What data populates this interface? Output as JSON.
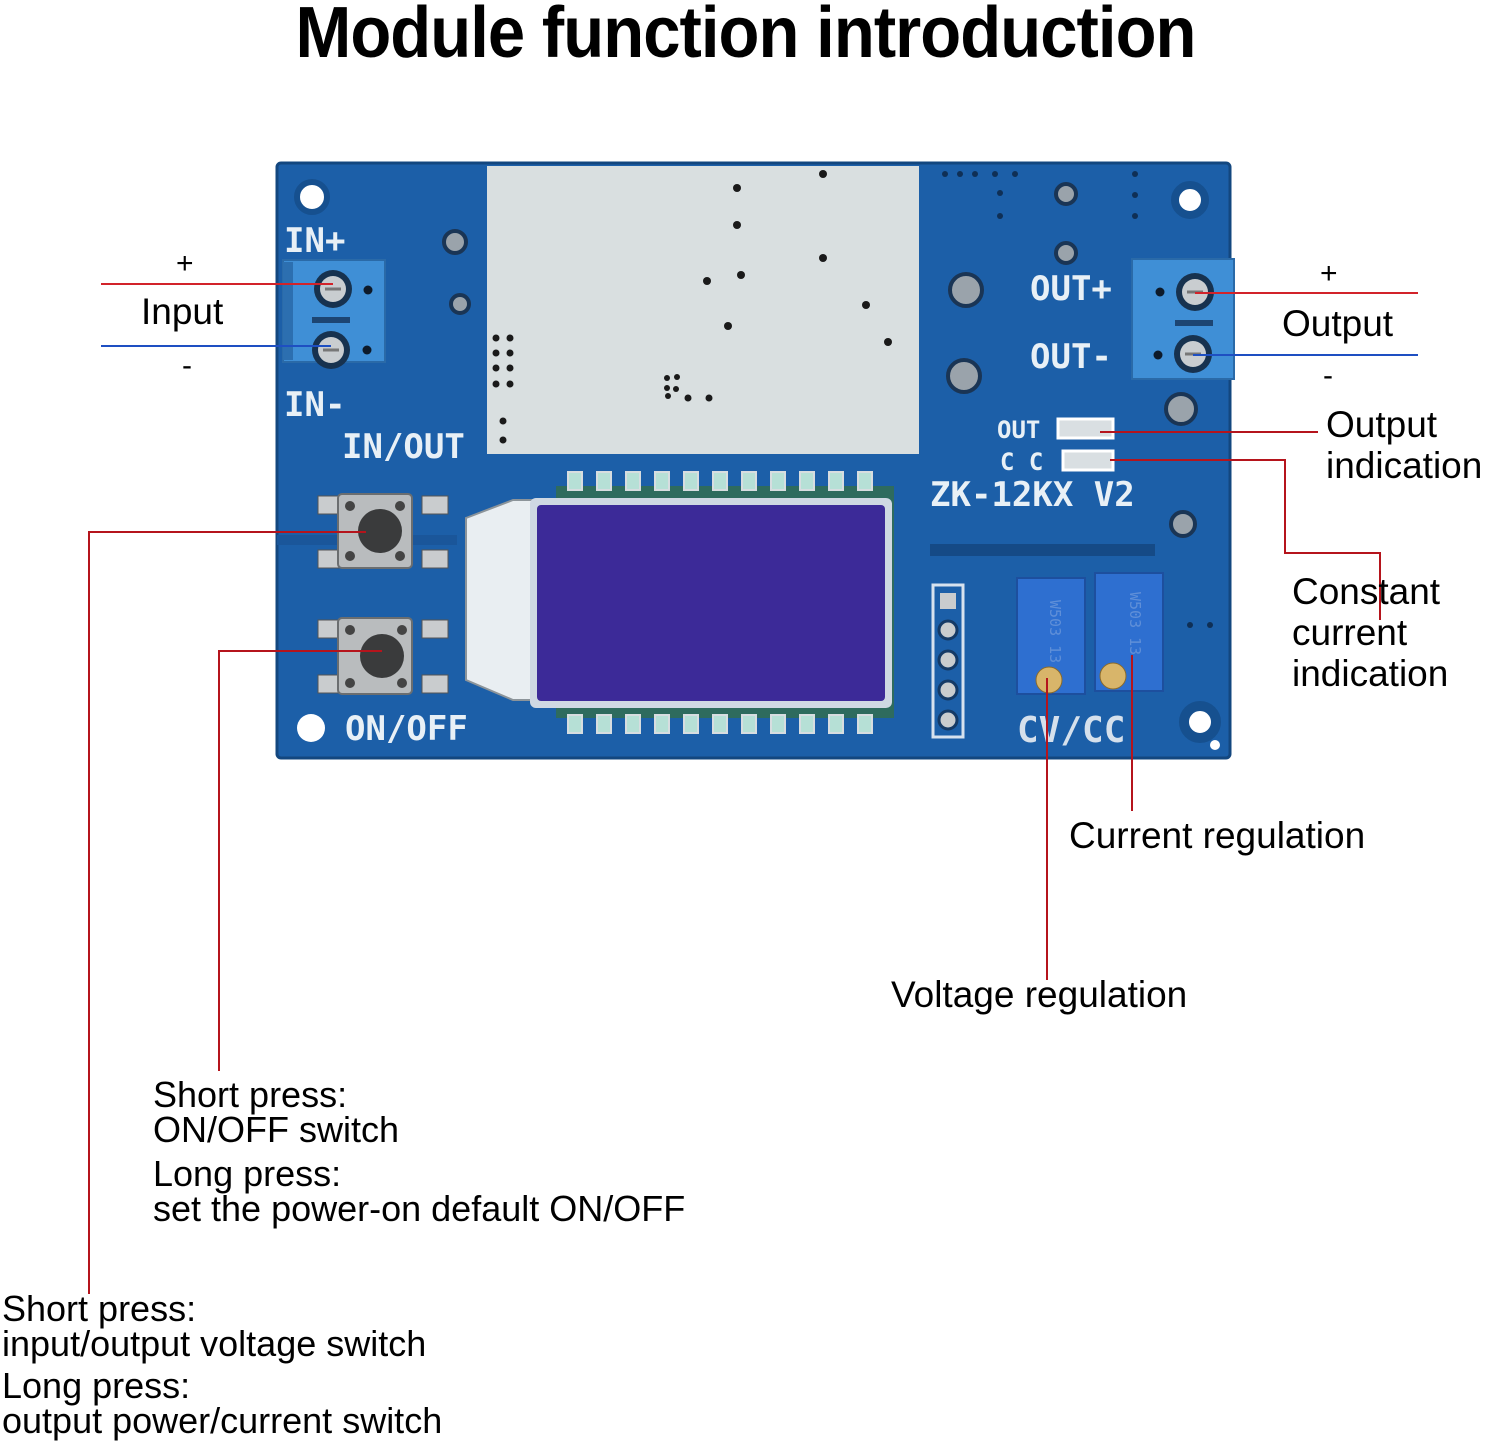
{
  "title": "Module function introduction",
  "board": {
    "model": "ZK-12KX V2",
    "silkscreen": {
      "in_plus": "IN+",
      "in_minus": "IN-",
      "in_out": "IN/OUT",
      "on_off": "ON/OFF",
      "out_plus": "OUT+",
      "out_minus": "OUT-",
      "led_out": "OUT",
      "led_cc": "C C",
      "cv_cc": "CV/CC"
    },
    "potentiometers": [
      {
        "marking": "W503 13"
      },
      {
        "marking": "W503 13"
      }
    ],
    "colors": {
      "pcb": "#1c5fa8",
      "pcb_dark": "#154a86",
      "terminal": "#3f8fd6",
      "shield": "#d9dfe0",
      "lcd": "#3c2a98",
      "pot": "#2e6fd0"
    }
  },
  "annotations": {
    "input": {
      "plus": "+",
      "label": "Input",
      "minus": "-"
    },
    "output": {
      "plus": "+",
      "label": "Output",
      "minus": "-"
    },
    "output_indication": [
      "Output",
      "indication"
    ],
    "cc_indication": [
      "Constant",
      "current",
      "indication"
    ],
    "current_regulation": "Current regulation",
    "voltage_regulation": "Voltage regulation",
    "on_off_button": {
      "short_title": "Short press:",
      "short_desc": "ON/OFF switch",
      "long_title": "Long press:",
      "long_desc": "set the power-on default ON/OFF"
    },
    "in_out_button": {
      "short_title": "Short press:",
      "short_desc": "input/output voltage switch",
      "long_title": "Long press:",
      "long_desc": "output power/current switch"
    }
  },
  "line_colors": {
    "positive": "#d2232a",
    "negative": "#1e4fc2",
    "callout": "#b5141c"
  }
}
